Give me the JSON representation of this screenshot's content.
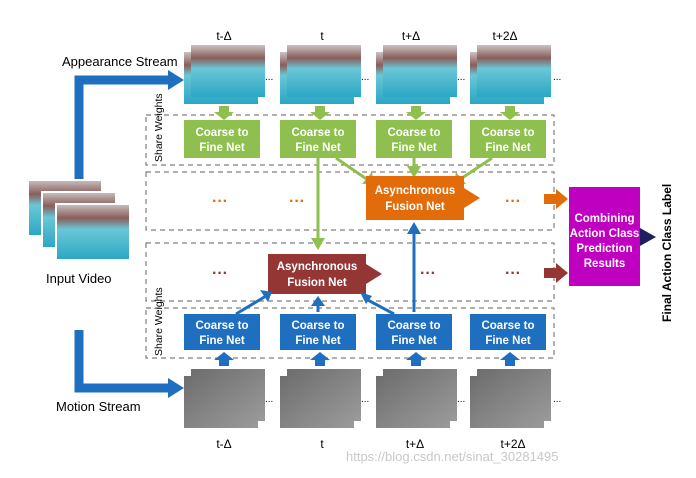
{
  "streams": {
    "appearance_label": "Appearance Stream",
    "motion_label": "Motion Stream",
    "input_label": "Input Video",
    "share_weights": "Share Weights"
  },
  "time_labels": [
    "t-Δ",
    "t",
    "t+Δ",
    "t+2Δ"
  ],
  "ellipsis": "...",
  "dots": "···",
  "coarse_to_fine": {
    "line1": "Coarse to",
    "line2": "Fine Net"
  },
  "async_fusion": {
    "line1": "Asynchronous",
    "line2": "Fusion Net"
  },
  "combine": {
    "lines": [
      "Combining",
      "Action Class",
      "Prediction",
      "Results"
    ]
  },
  "final_label": "Final Action Class Label",
  "watermark": "https://blog.csdn.net/sinat_30281495",
  "colors": {
    "blue": "#1f6fc1",
    "green": "#8fbf4f",
    "orange": "#e36c0a",
    "darkred": "#943634",
    "magenta": "#c000c0",
    "dash": "#7f7f7f"
  }
}
